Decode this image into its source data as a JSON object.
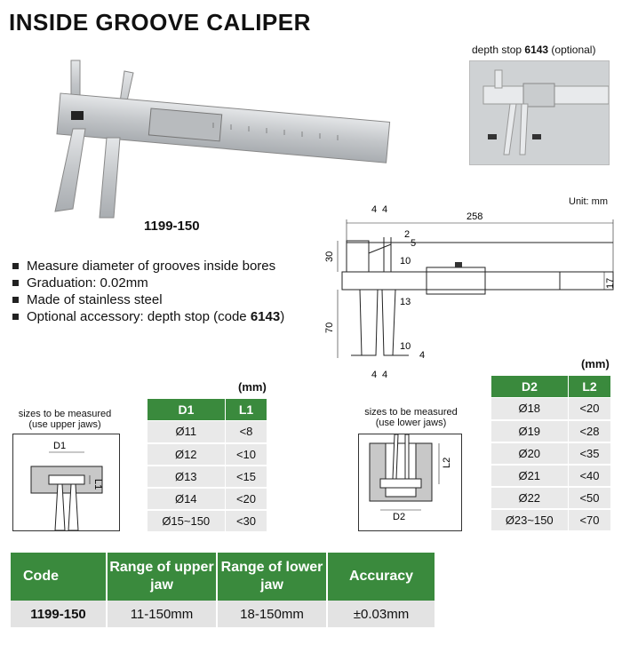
{
  "title": "INSIDE GROOVE CALIPER",
  "model": "1199-150",
  "inset_caption": {
    "prefix": "depth stop ",
    "code": "6143",
    "suffix": " (optional)"
  },
  "unit": "Unit: mm",
  "features": [
    {
      "text": "Measure diameter of grooves inside bores"
    },
    {
      "text": "Graduation: 0.02mm"
    },
    {
      "text": "Made of stainless steel"
    },
    {
      "text": "Optional accessory: depth stop (code ",
      "code": "6143",
      "tail": ")"
    }
  ],
  "drawing_dims": {
    "length": "258",
    "d4a": "4",
    "d4b": "4",
    "d2": "2",
    "d5": "5",
    "d10a": "10",
    "d30": "30",
    "d13": "13",
    "d17": "17",
    "d70": "70",
    "d10b": "10",
    "d4c": "4",
    "d4d": "4",
    "d4e": "4"
  },
  "upper": {
    "caption1": "sizes to be measured",
    "caption2": "(use upper jaws)",
    "label_d": "D1",
    "label_l": "L1",
    "unit": "(mm)",
    "headers": [
      "D1",
      "L1"
    ],
    "rows": [
      [
        "Ø11",
        "<8"
      ],
      [
        "Ø12",
        "<10"
      ],
      [
        "Ø13",
        "<15"
      ],
      [
        "Ø14",
        "<20"
      ],
      [
        "Ø15~150",
        "<30"
      ]
    ]
  },
  "lower": {
    "caption1": "sizes to be measured",
    "caption2": "(use lower jaws)",
    "label_d": "D2",
    "label_l": "L2",
    "unit": "(mm)",
    "headers": [
      "D2",
      "L2"
    ],
    "rows": [
      [
        "Ø18",
        "<20"
      ],
      [
        "Ø19",
        "<28"
      ],
      [
        "Ø20",
        "<35"
      ],
      [
        "Ø21",
        "<40"
      ],
      [
        "Ø22",
        "<50"
      ],
      [
        "Ø23~150",
        "<70"
      ]
    ]
  },
  "spec": {
    "headers": [
      "Code",
      "Range of upper jaw",
      "Range of lower jaw",
      "Accuracy"
    ],
    "row": [
      "1199-150",
      "11-150mm",
      "18-150mm",
      "±0.03mm"
    ]
  },
  "colors": {
    "header_green": "#3a8a3d",
    "cell_gray": "#e9e9e9"
  }
}
